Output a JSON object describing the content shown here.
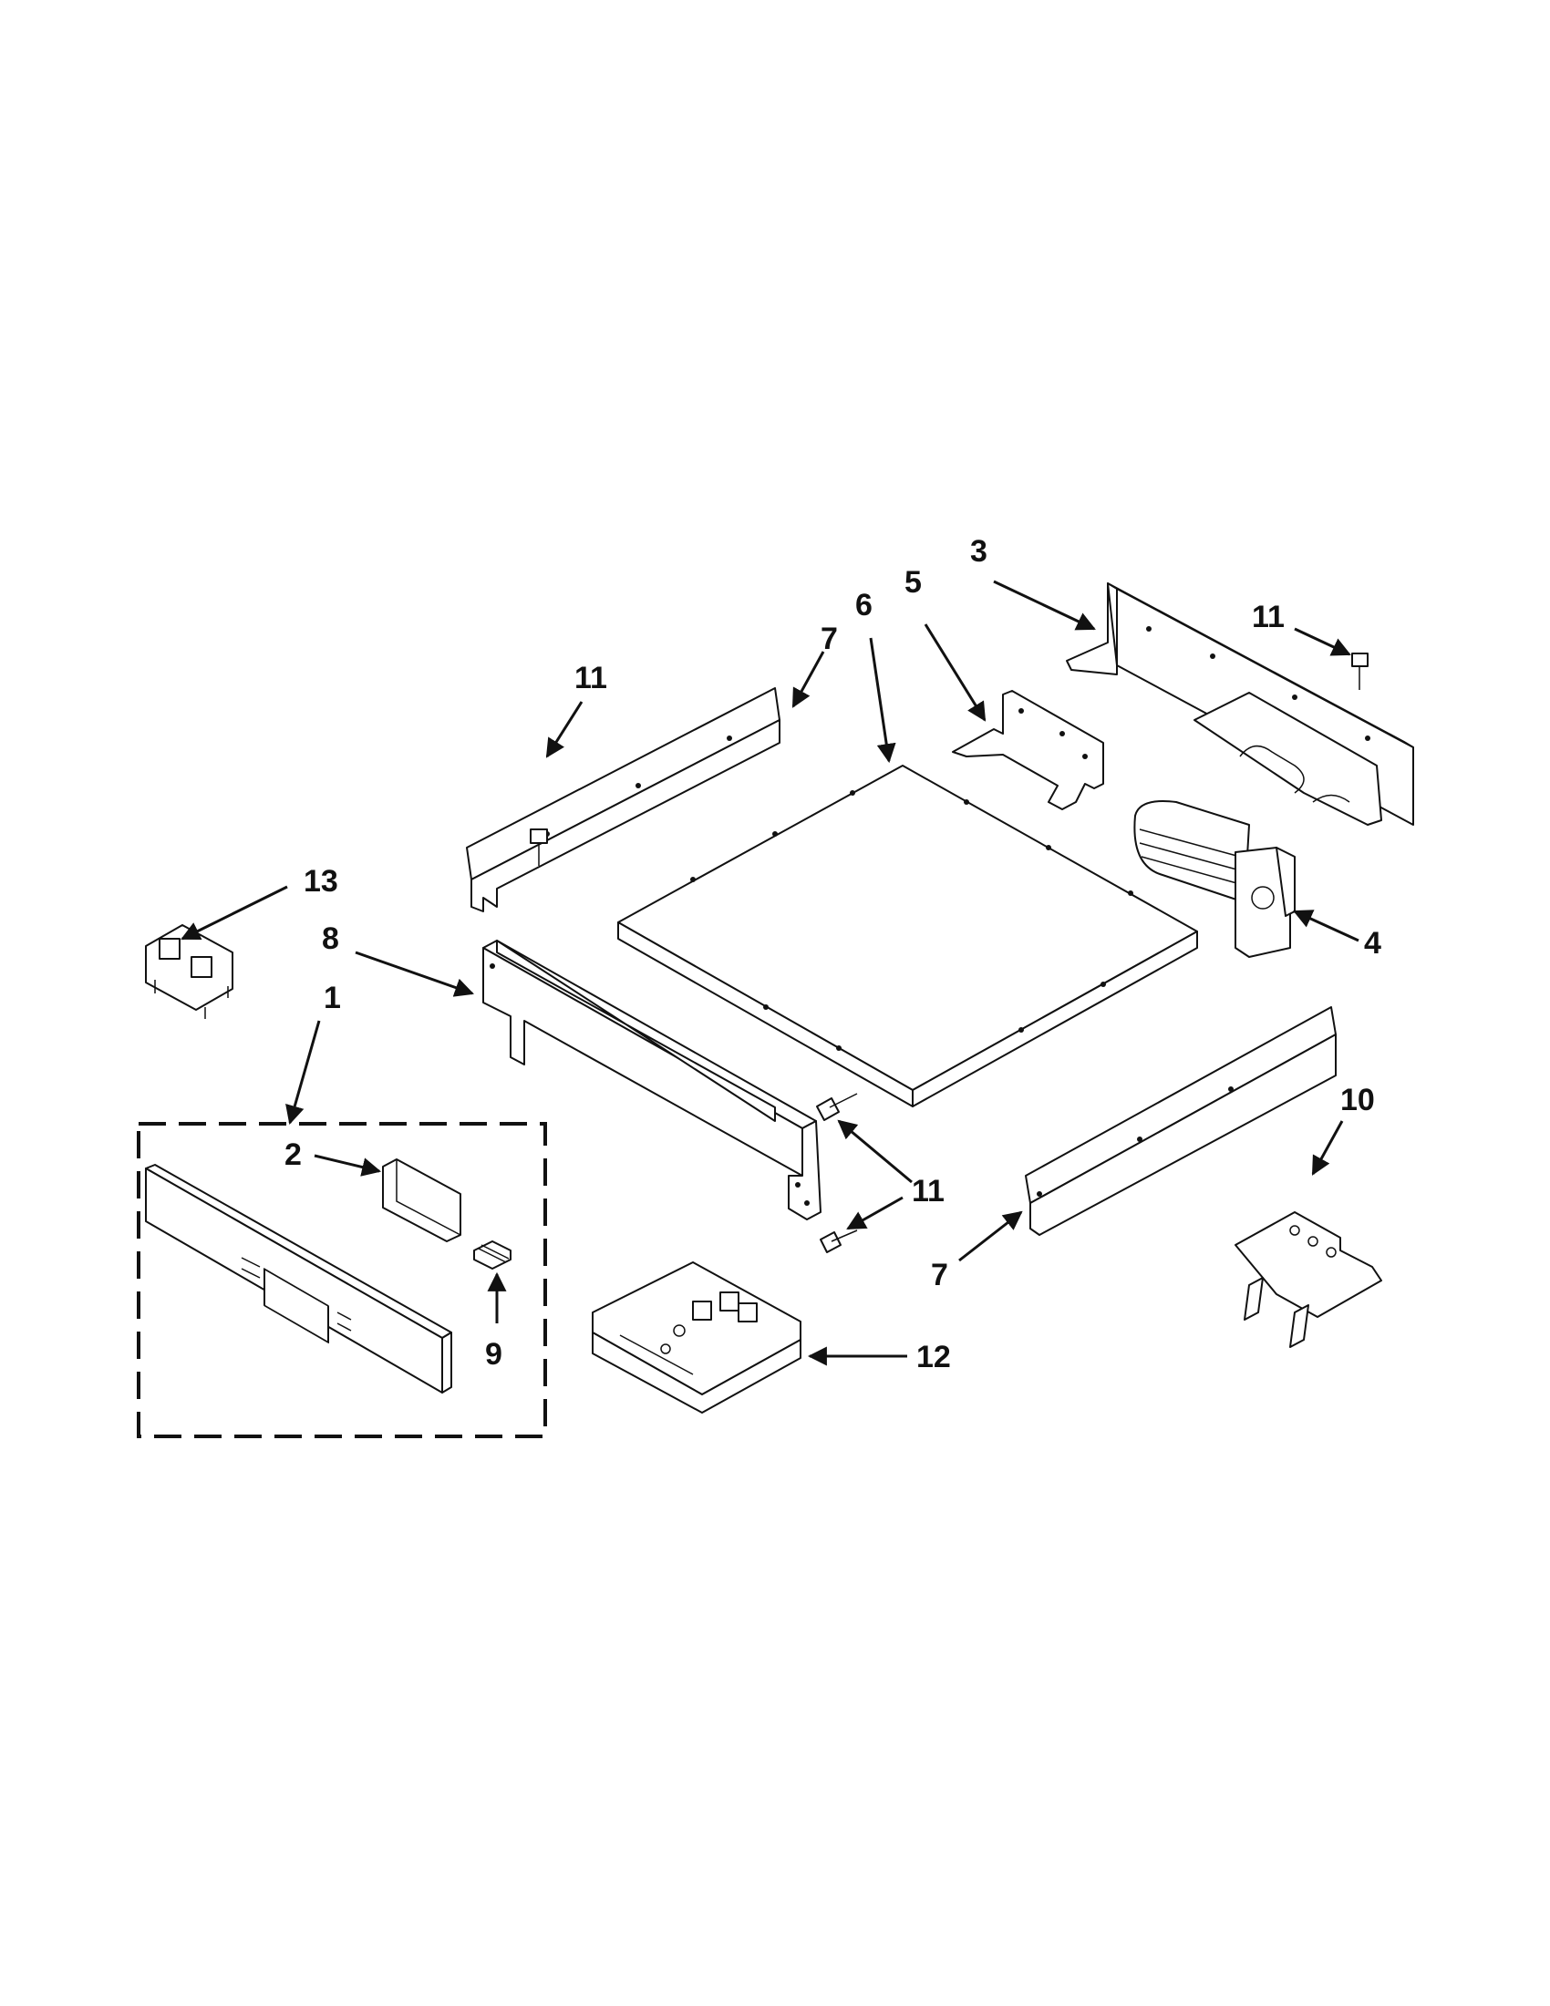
{
  "callouts": {
    "c1": "1",
    "c2": "2",
    "c3": "3",
    "c4": "4",
    "c5": "5",
    "c6": "6",
    "c7a": "7",
    "c7b": "7",
    "c8": "8",
    "c9": "9",
    "c10": "10",
    "c11a": "11",
    "c11b": "11",
    "c11c": "11",
    "c11d": "11",
    "c12": "12",
    "c13": "13"
  },
  "colors": {
    "line": "#111111",
    "background": "#ffffff"
  }
}
